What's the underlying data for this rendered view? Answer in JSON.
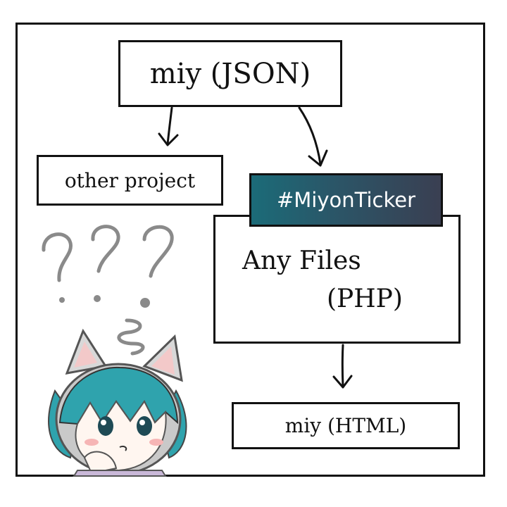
{
  "nodes": {
    "json": "miy (JSON)",
    "other": "other project",
    "tag": "#MiyonTicker",
    "any_line1": "Any Files",
    "any_line2": "(PHP)",
    "html": "miy (HTML)"
  },
  "colors": {
    "tag_start": "#1b6b78",
    "tag_end": "#3a3f52",
    "hair": "#2fa3ad",
    "question": "#8a8a8a"
  },
  "icons": [
    "question-marks-icon",
    "confused-catgirl-icon"
  ]
}
